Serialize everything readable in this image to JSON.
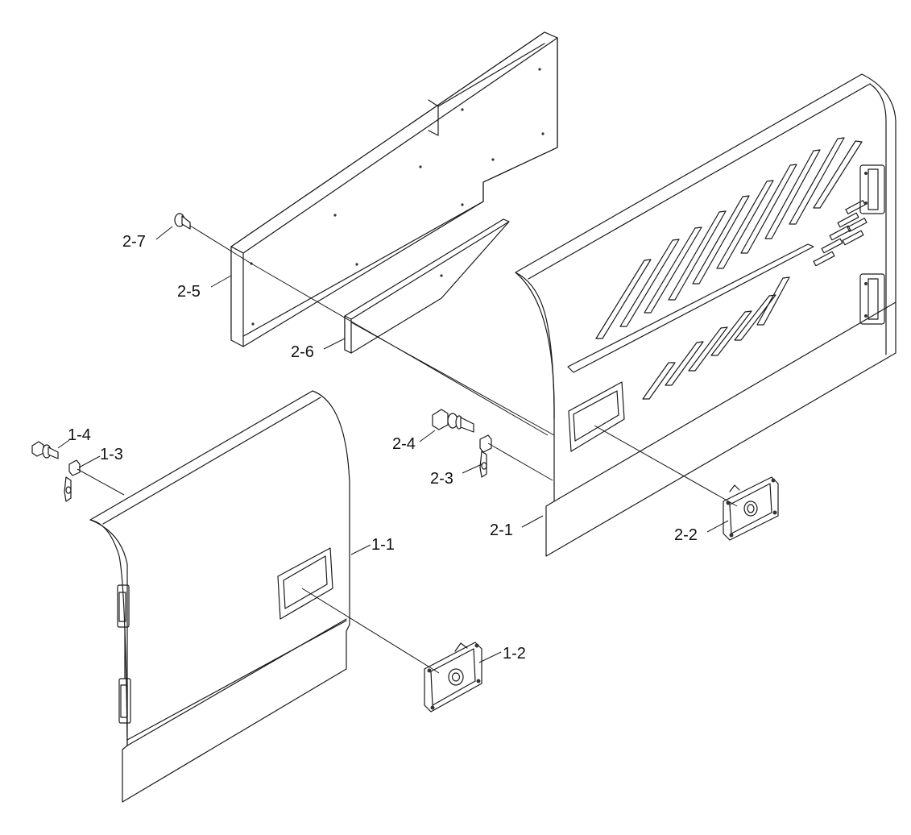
{
  "callouts": {
    "p1_1": "1-1",
    "p1_2": "1-2",
    "p1_3": "1-3",
    "p1_4": "1-4",
    "p2_1": "2-1",
    "p2_2": "2-2",
    "p2_3": "2-3",
    "p2_4": "2-4",
    "p2_5": "2-5",
    "p2_6": "2-6",
    "p2_7": "2-7"
  }
}
